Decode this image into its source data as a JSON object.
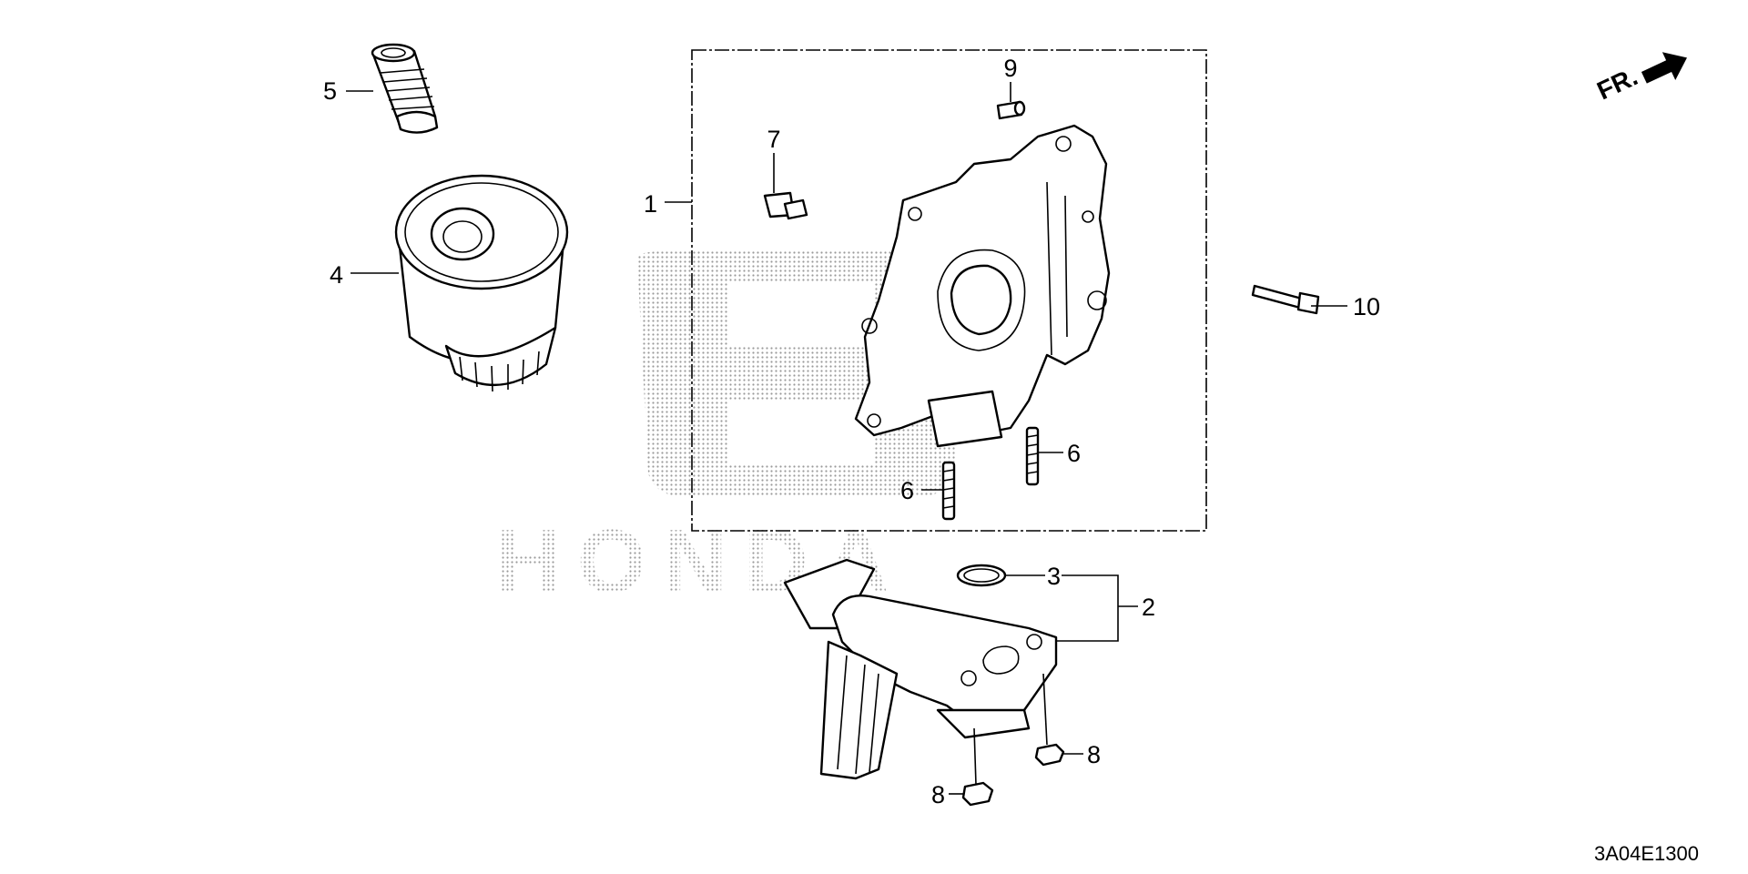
{
  "diagram": {
    "callouts": {
      "c1": "1",
      "c2": "2",
      "c3": "3",
      "c4": "4",
      "c5": "5",
      "c6a": "6",
      "c6b": "6",
      "c7": "7",
      "c8a": "8",
      "c8b": "8",
      "c9": "9",
      "c10": "10"
    },
    "direction_marker": "FR.",
    "diagram_code": "3A04E1300",
    "watermark": "HONDA",
    "colors": {
      "line": "#000000",
      "watermark": "#9a9a9a",
      "background": "#ffffff"
    },
    "icons": {
      "watermark": "honda-logo-watermark",
      "direction": "forward-arrow-icon"
    }
  }
}
